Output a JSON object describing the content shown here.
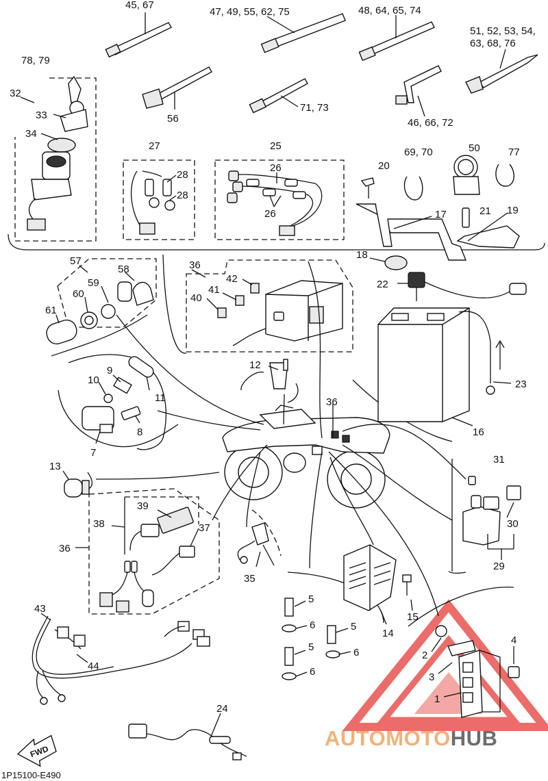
{
  "callouts": {
    "c1": "45, 67",
    "c2": "47, 49, 55, 62, 75",
    "c3": "48, 64, 65, 74",
    "c4a": "51, 52, 53, 54,",
    "c4b": "63, 68, 76",
    "c5": "78, 79",
    "c6": "32",
    "c7": "33",
    "c8": "34",
    "c9": "56",
    "c10": "71, 73",
    "c11": "46, 66, 72",
    "c12": "27",
    "c13": "28",
    "c14": "28",
    "c15": "25",
    "c16": "26",
    "c17": "26",
    "c18": "20",
    "c19": "69, 70",
    "c20": "50",
    "c21": "77",
    "c22": "17",
    "c23": "21",
    "c24": "19",
    "c25": "18",
    "c26": "22",
    "c27": "57",
    "c28": "58",
    "c29": "59",
    "c30": "60",
    "c31": "61",
    "c32": "36",
    "c33": "42",
    "c34": "41",
    "c35": "40",
    "c36": "12",
    "c37": "9",
    "c38": "10",
    "c39": "11",
    "c40": "8",
    "c41": "7",
    "c42": "23",
    "c43": "16",
    "c44": "36",
    "c45": "13",
    "c46": "31",
    "c47": "30",
    "c48": "29",
    "c49": "39",
    "c50": "38",
    "c51": "37",
    "c52": "36",
    "c53": "35",
    "c54": "5",
    "c55": "6",
    "c56": "5",
    "c57": "6",
    "c58": "5",
    "c59": "6",
    "c60": "15",
    "c61": "14",
    "c62": "43",
    "c63": "44",
    "c64": "4",
    "c65": "2",
    "c66": "3",
    "c67": "1",
    "c68": "24"
  },
  "fwd_label": "FWD",
  "diagram_code": "1P15100-E490",
  "watermark": {
    "part1": "AUTOMOTO",
    "part2": "HUB"
  },
  "colors": {
    "line": "#111111",
    "watermark_red": "#e8534e",
    "watermark_orange": "#f0b27a",
    "watermark_gray": "#6d6d6d"
  }
}
